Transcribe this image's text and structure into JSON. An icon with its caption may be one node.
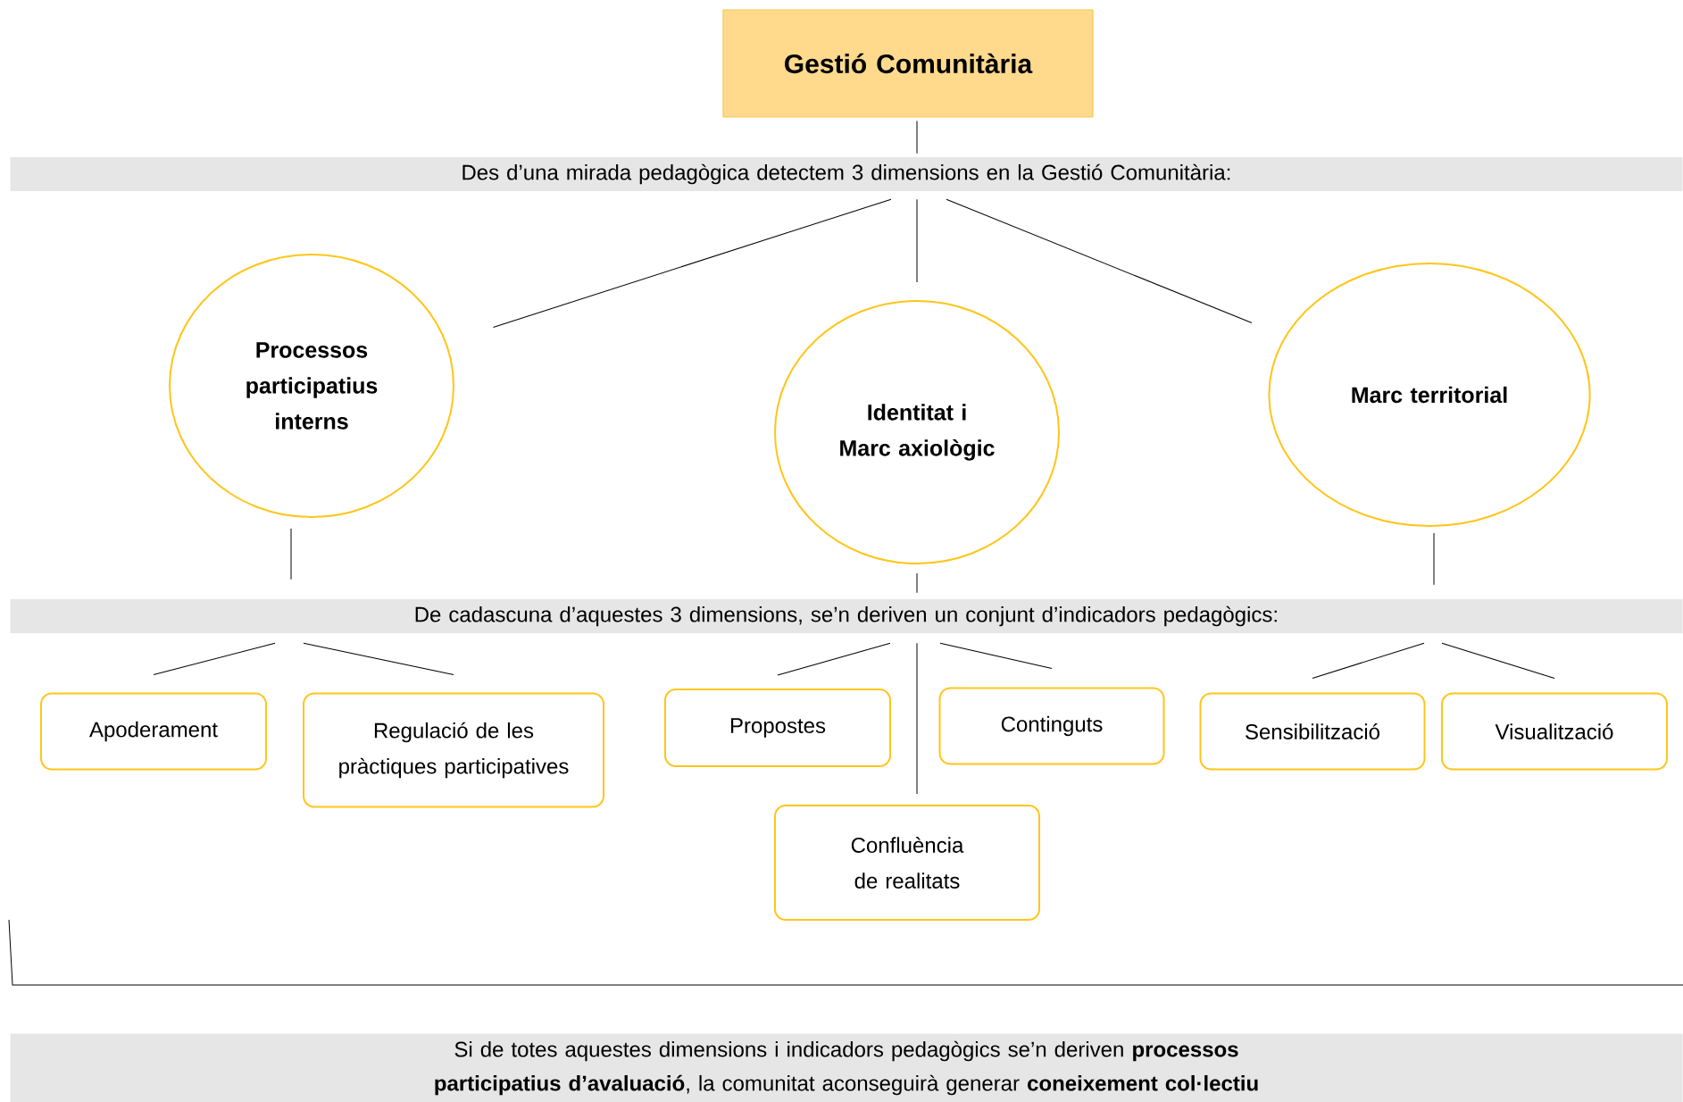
{
  "diagram": {
    "nodes": [
      {
        "text": [
          "Gestió Comunitària"
        ]
      },
      {
        "text": [
          "Des d’una mirada pedagògica detectem 3 dimensions en la Gestió Comunitària:"
        ]
      },
      {
        "text": [
          "Processos participatius interns"
        ]
      },
      {
        "text": [
          "Identitat i Marc axiològic"
        ]
      },
      {
        "text": [
          "Marc territorial"
        ]
      },
      {
        "text": [
          "De cadascuna d’aquestes 3 dimensions, se’n deriven un conjunt d’indicadors pedagògics:"
        ]
      },
      {
        "text": [
          "Apoderament"
        ]
      },
      {
        "text": [
          "Regulació de les pràctiques participatives"
        ]
      },
      {
        "text": [
          "Propostes"
        ]
      },
      {
        "text": [
          "Continguts"
        ]
      },
      {
        "text": [
          "Confluència de realitats"
        ]
      },
      {
        "text": [
          "Sensibilització"
        ]
      },
      {
        "text": [
          "Visualització"
        ]
      },
      {
        "text": [
          "Si de totes aquestes dimensions i indicadors pedagògics se’n deriven **processos participatius d’avaluació**, la comunitat aconseguirà generar **coneixement col·lectiu**"
        ]
      }
    ],
    "edges": [
      {
        "from": 0,
        "to": 1,
        "arrow": "none"
      },
      {
        "from": 1,
        "to": 2,
        "arrow": "none"
      },
      {
        "from": 1,
        "to": 3,
        "arrow": "none"
      },
      {
        "from": 1,
        "to": 4,
        "arrow": "none"
      },
      {
        "from": 2,
        "to": 5,
        "arrow": "none"
      },
      {
        "from": 3,
        "to": 5,
        "arrow": "none"
      },
      {
        "from": 4,
        "to": 5,
        "arrow": "none"
      },
      {
        "from": 5,
        "to": 6,
        "arrow": "none"
      },
      {
        "from": 5,
        "to": 7,
        "arrow": "none"
      },
      {
        "from": 5,
        "to": 8,
        "arrow": "none"
      },
      {
        "from": 5,
        "to": 9,
        "arrow": "none"
      },
      {
        "from": 5,
        "to": 10,
        "arrow": "none"
      },
      {
        "from": 5,
        "to": 11,
        "arrow": "none"
      },
      {
        "from": 5,
        "to": 12,
        "arrow": "none"
      }
    ]
  }
}
